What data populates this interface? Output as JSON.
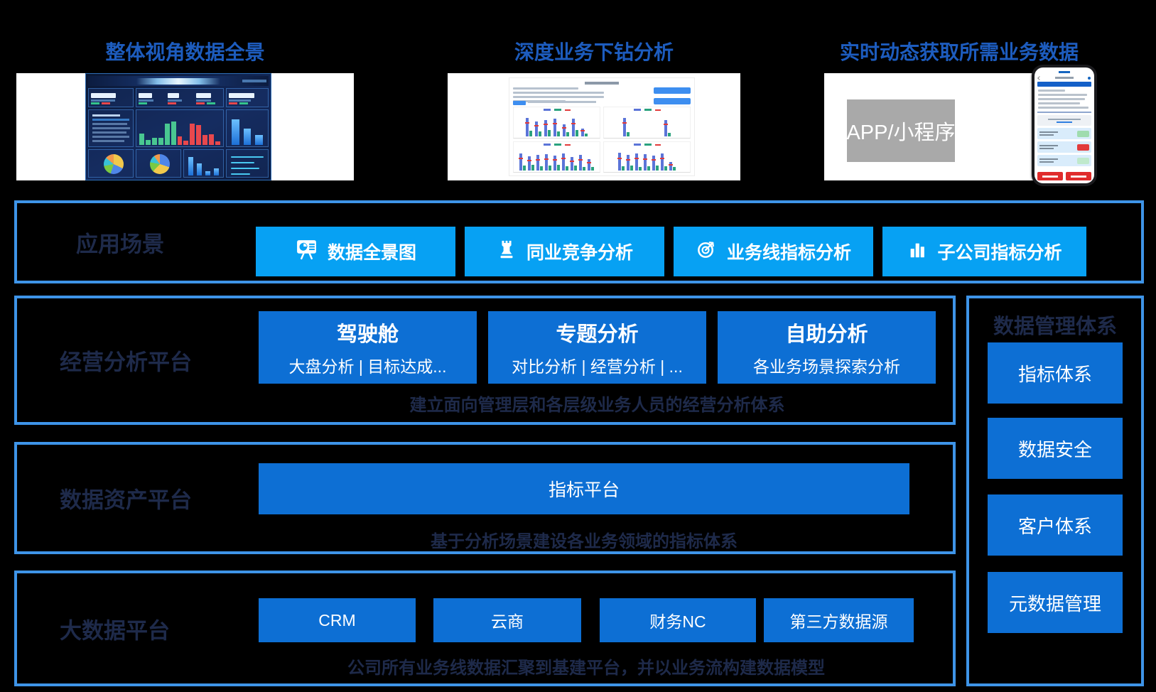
{
  "colors": {
    "background": "#000000",
    "box_border_blue": "#3e94e8",
    "scenario_button_blue": "#07a1f3",
    "platform_button_blue": "#0d6fd4",
    "section_title_blue": "#1d5cbe",
    "row_label_navy": "#1e2a4a",
    "app_box_gray": "#a9a9a9"
  },
  "top_sections": {
    "overview": {
      "title": "整体视角数据全景"
    },
    "drilldown": {
      "title": "深度业务下钻分析"
    },
    "realtime": {
      "title": "实时动态获取所需业务数据",
      "app_box_label": "APP/小程序"
    }
  },
  "application_scenarios": {
    "label": "应用场景",
    "buttons": [
      {
        "icon": "presentation-chart-icon",
        "label": "数据全景图"
      },
      {
        "icon": "chess-rook-icon",
        "label": "同业竞争分析"
      },
      {
        "icon": "target-arrow-icon",
        "label": "业务线指标分析"
      },
      {
        "icon": "bar-chart-icon",
        "label": "子公司指标分析"
      }
    ]
  },
  "business_analysis_platform": {
    "label": "经营分析平台",
    "cards": [
      {
        "title": "驾驶舱",
        "subtitle": "大盘分析 | 目标达成..."
      },
      {
        "title": "专题分析",
        "subtitle": "对比分析 | 经营分析 | ..."
      },
      {
        "title": "自助分析",
        "subtitle": "各业务场景探索分析"
      }
    ],
    "caption": "建立面向管理层和各层级业务人员的经营分析体系"
  },
  "data_asset_platform": {
    "label": "数据资产平台",
    "button": "指标平台",
    "caption": "基于分析场景建设各业务领域的指标体系"
  },
  "big_data_platform": {
    "label": "大数据平台",
    "buttons": [
      "CRM",
      "云商",
      "财务NC",
      "第三方数据源"
    ],
    "caption": "公司所有业务线数据汇聚到基建平台，并以业务流构建数据模型"
  },
  "data_management_system": {
    "title": "数据管理体系",
    "items": [
      "指标体系",
      "数据安全",
      "客户体系",
      "元数据管理"
    ]
  }
}
